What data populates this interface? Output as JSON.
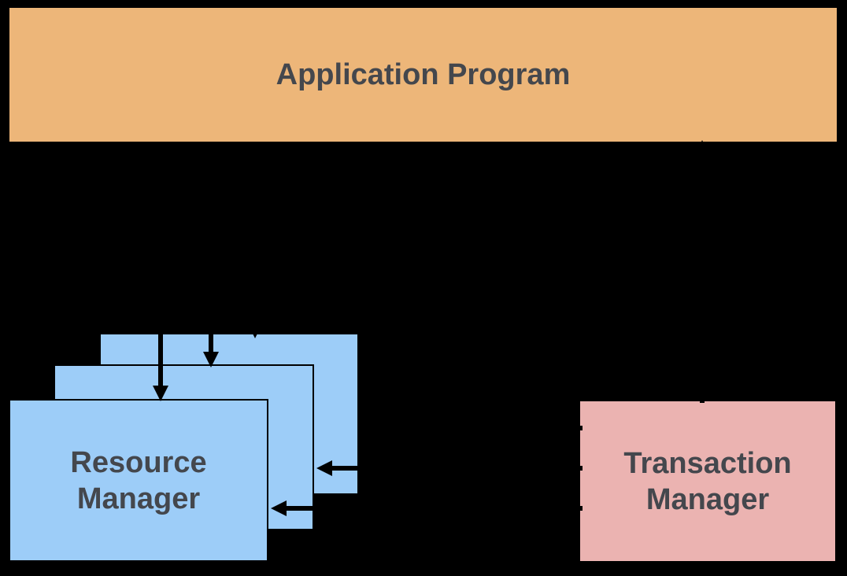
{
  "diagram": {
    "type": "architecture-diagram",
    "boxes": {
      "application_program": {
        "label": "Application Program"
      },
      "resource_manager": {
        "line1": "Resource",
        "line2": "Manager",
        "stack_count": 3
      },
      "transaction_manager": {
        "line1": "Transaction",
        "line2": "Manager"
      }
    },
    "arrows": [
      {
        "name": "ap-to-rm-front",
        "from": "application_program",
        "to": "resource_manager_front",
        "direction": "down"
      },
      {
        "name": "ap-to-rm-middle",
        "from": "application_program",
        "to": "resource_manager_middle",
        "direction": "down"
      },
      {
        "name": "ap-to-rm-back",
        "from": "application_program",
        "to": "resource_manager_back",
        "direction": "down"
      },
      {
        "name": "tm-to-rm-back",
        "from": "transaction_manager",
        "to": "resource_manager_back",
        "direction": "left"
      },
      {
        "name": "tm-to-rm-middle",
        "from": "transaction_manager",
        "to": "resource_manager_middle",
        "direction": "left"
      },
      {
        "name": "tm-to-rm-front",
        "from": "transaction_manager",
        "to": "resource_manager_front",
        "direction": "left"
      },
      {
        "name": "tm-to-ap",
        "from": "transaction_manager",
        "to": "application_program",
        "direction": "up"
      }
    ],
    "colors": {
      "background": "#000000",
      "application_box_fill": "#EDB679",
      "resource_box_fill": "#9DCDF8",
      "transaction_box_fill": "#EBB3B1",
      "box_border": "#000000",
      "label_text": "#44474D",
      "arrow": "#000000"
    }
  }
}
